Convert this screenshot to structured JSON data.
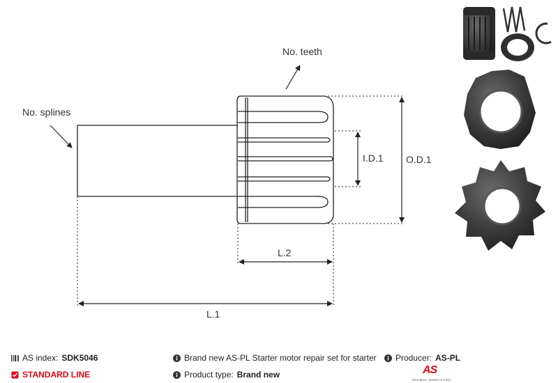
{
  "diagram": {
    "labels": {
      "teeth": "No. teeth",
      "splines": "No. splines",
      "id1": "I.D.1",
      "od1": "O.D.1",
      "l2": "L.2",
      "l1": "L.1"
    }
  },
  "footer": {
    "as_index_label": "AS index:",
    "as_index_value": "SDK5046",
    "line_label": "STANDARD LINE",
    "description": "Brand new AS-PL Starter motor repair set for starter",
    "product_type_label": "Product type:",
    "product_type_value": "Brand new",
    "producer_label": "Producer:",
    "producer_value": "AS-PL"
  },
  "logo": {
    "text": "AS",
    "tagline": "Alternators, Starters & Parts"
  },
  "colors": {
    "accent": "#e30613",
    "line": "#222222",
    "part_dark": "#3a3a3a"
  },
  "icons": [
    "barcode-icon",
    "check-badge-icon",
    "info-icon",
    "info-icon",
    "info-icon"
  ]
}
